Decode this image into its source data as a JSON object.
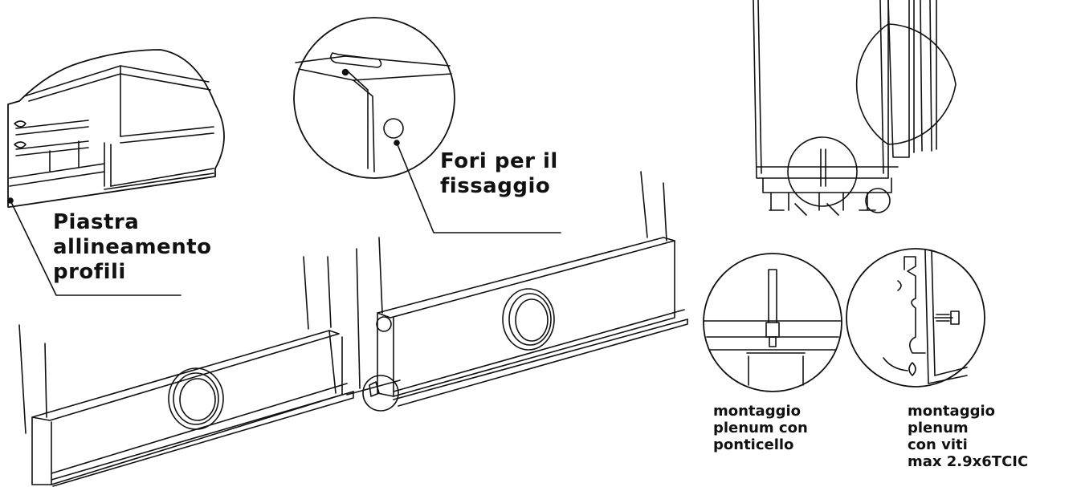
{
  "labels": {
    "piastra_1": "Piastra",
    "piastra_2": "allineamento",
    "piastra_3": "profili",
    "fori_1": "Fori per il",
    "fori_2": "fissaggio",
    "ponticello_1": "montaggio",
    "ponticello_2": "plenum con",
    "ponticello_3": "ponticello",
    "viti_1": "montaggio",
    "viti_2": "plenum",
    "viti_3": "con viti",
    "viti_4": "max 2.9x6TCIC"
  },
  "colors": {
    "line": "#111111",
    "background": "#ffffff"
  }
}
